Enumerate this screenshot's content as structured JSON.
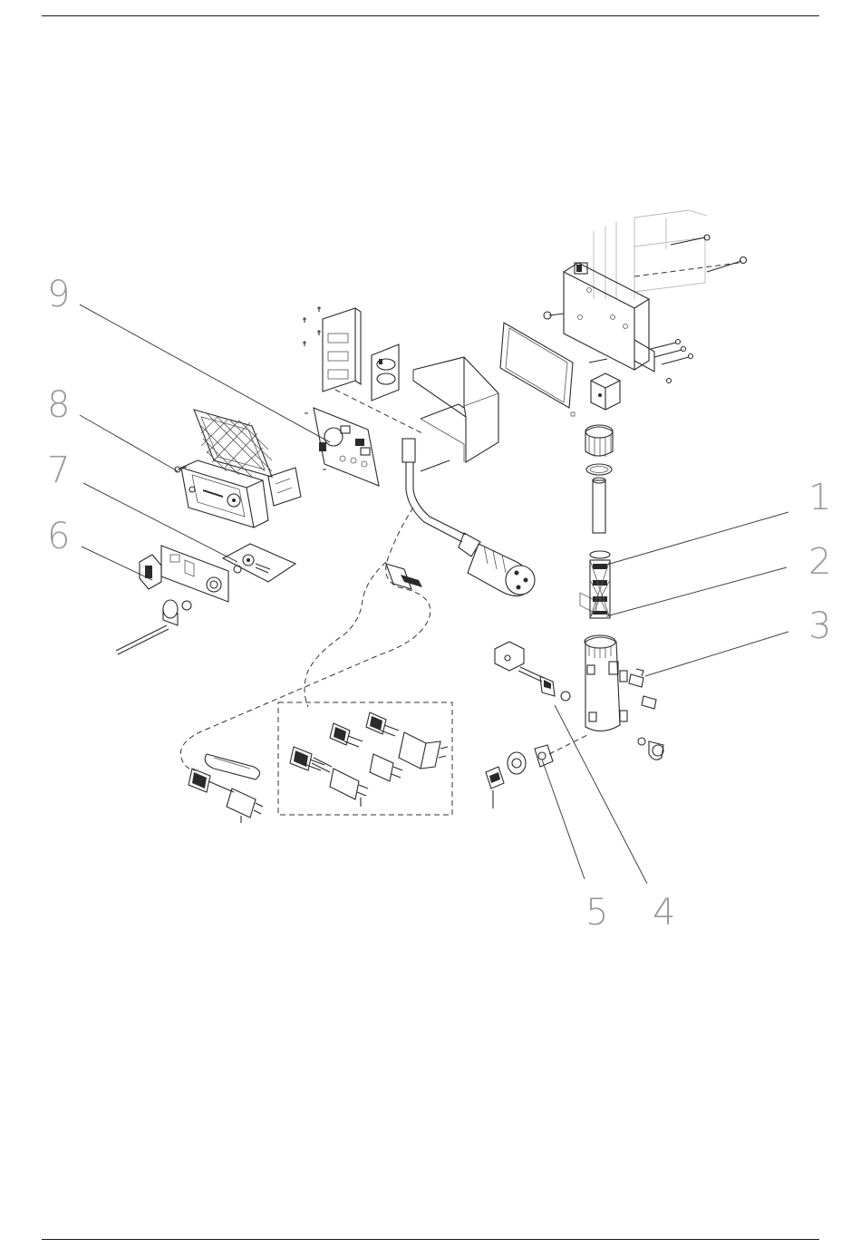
{
  "callouts": {
    "c1": "1",
    "c2": "2",
    "c3": "3",
    "c4": "4",
    "c5": "5",
    "c6": "6",
    "c7": "7",
    "c8": "8",
    "c9": "9"
  },
  "colors": {
    "line": "#2a2a2a",
    "callout": "#9a9a9a",
    "ghost": "#b8b8b8"
  }
}
